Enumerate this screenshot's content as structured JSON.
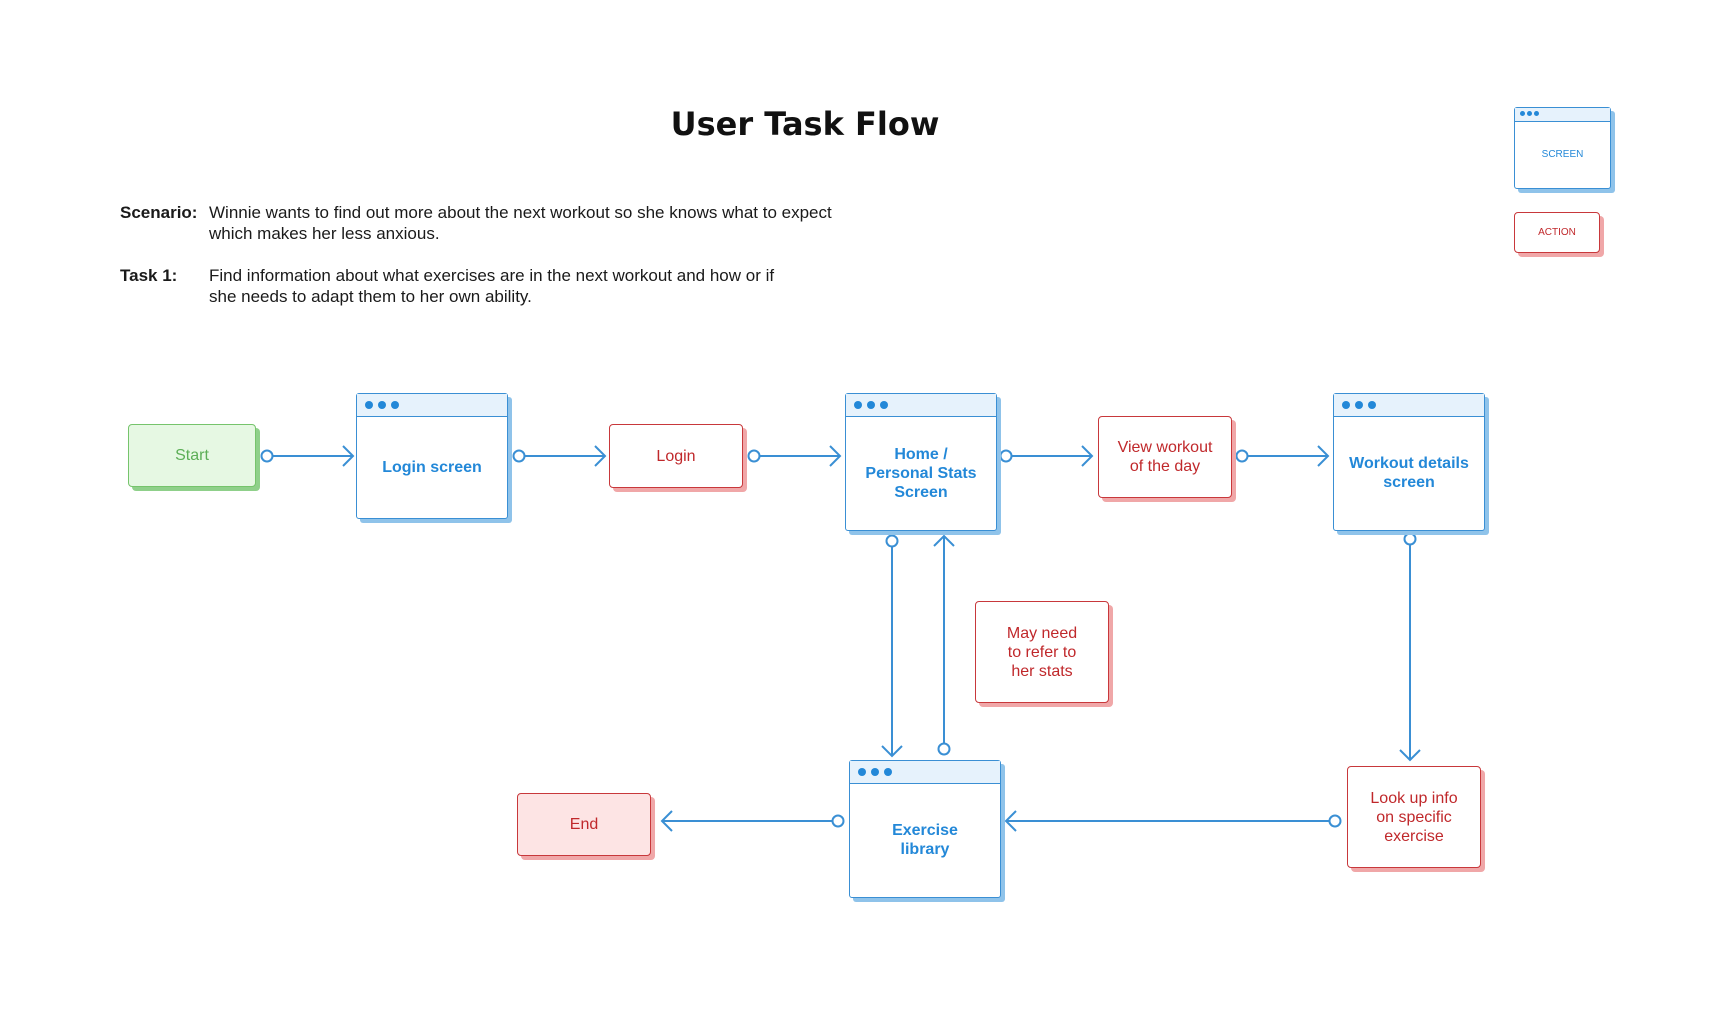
{
  "title": "User Task Flow",
  "scenario": {
    "label": "Scenario:",
    "line1": "Winnie wants to find out more about the next workout so she knows what to expect",
    "line2": "which makes her less anxious."
  },
  "task": {
    "label": "Task 1:",
    "line1": "Find information about what exercises are in the next workout and how or if",
    "line2": "she needs to adapt them to her own ability."
  },
  "legend": {
    "screen": "SCREEN",
    "action": "ACTION"
  },
  "nodes": {
    "start": "Start",
    "login_screen": "Login screen",
    "login": "Login",
    "home_line1": "Home /",
    "home_line2": "Personal Stats",
    "home_line3": "Screen",
    "view_line1": "View workout",
    "view_line2": "of the day",
    "details_line1": "Workout details",
    "details_line2": "screen",
    "stats_line1": "May need",
    "stats_line2": "to refer to",
    "stats_line3": "her stats",
    "lookup_line1": "Look up info",
    "lookup_line2": "on specific",
    "lookup_line3": "exercise",
    "library_line1": "Exercise",
    "library_line2": "library",
    "end": "End"
  },
  "colors": {
    "screen": "#2388d8",
    "action": "#c0282b",
    "start": "#5cae56",
    "connector": "#3a8fd4"
  }
}
